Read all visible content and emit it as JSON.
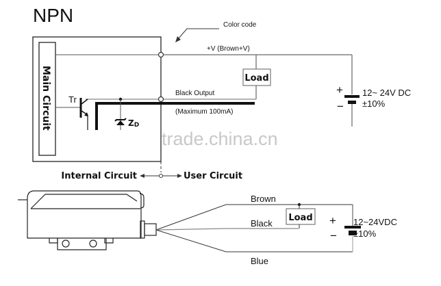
{
  "title": "NPN",
  "top_diagram": {
    "color_code_label": "Color code",
    "main_circuit_label": "Main Circuit",
    "transistor_label": "Tr",
    "zener_label": "Z",
    "zener_sub": "D",
    "vplus_label": "+V (Brown+V)",
    "load_label": "Load",
    "output_label": "Black  Output",
    "max_current_label": "(Maximum 100mA)",
    "supply_plus": "+",
    "supply_minus": "−",
    "supply_voltage": "12~ 24V DC",
    "supply_tolerance": "±10%",
    "internal_label": "Internal Circuit",
    "user_label": "User Circuit"
  },
  "bottom_diagram": {
    "wire_brown": "Brown",
    "wire_black": "Black",
    "wire_blue": "Blue",
    "load_label": "Load",
    "supply_plus": "+",
    "supply_minus": "−",
    "supply_voltage": "12~24VDC",
    "supply_tolerance": "±10%"
  },
  "watermark": "trade.china.cn",
  "colors": {
    "line": "#555555",
    "thick_line": "#111111",
    "load_border": "#777777",
    "watermark": "#c8c8c8"
  }
}
